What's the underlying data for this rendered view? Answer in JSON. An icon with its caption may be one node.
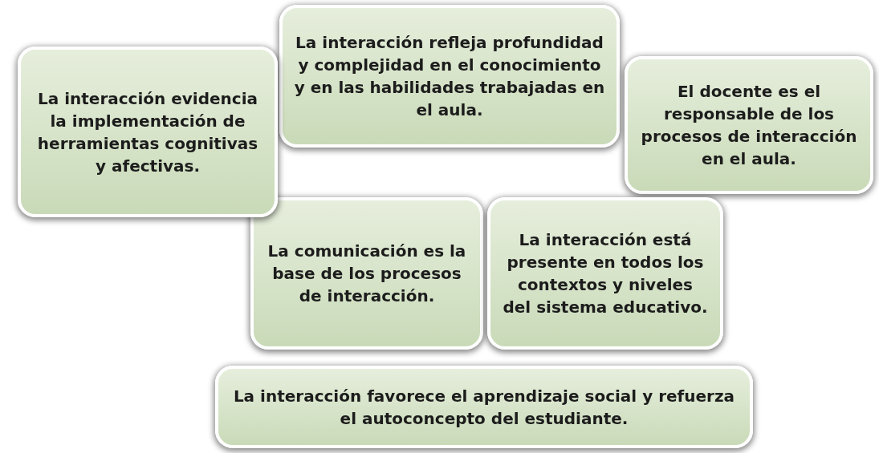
{
  "diagram": {
    "nodes": [
      {
        "text": [
          "La interacción evidencia la implementación de herramientas cognitivas y afectivas."
        ]
      },
      {
        "text": [
          "La interacción refleja profundidad y complejidad en el conocimiento y en las habilidades trabajadas en el aula."
        ]
      },
      {
        "text": [
          "El docente es el responsable de los procesos de interacción en el aula."
        ]
      },
      {
        "text": [
          "La comunicación es la base de los procesos de interacción."
        ]
      },
      {
        "text": [
          "La interacción está presente en todos los contextos y niveles del sistema educativo."
        ]
      },
      {
        "text": [
          "La interacción favorece el aprendizaje social y refuerza el autoconcepto del estudiante."
        ]
      }
    ],
    "edges": []
  }
}
